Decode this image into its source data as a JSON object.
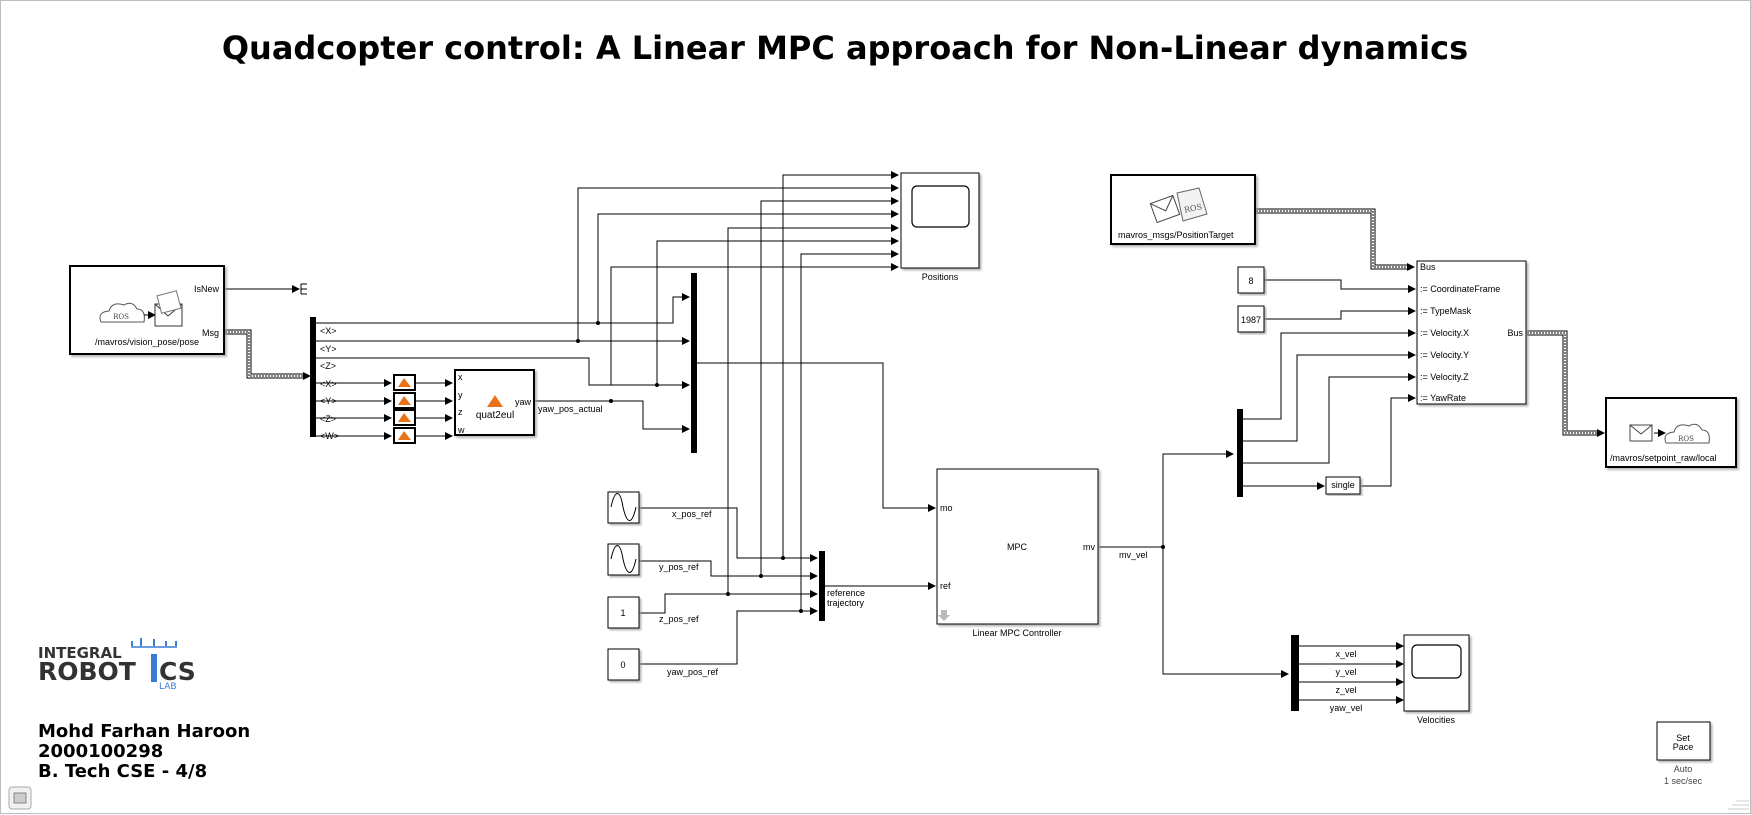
{
  "title": "Quadcopter control: A Linear MPC approach for Non-Linear dynamics",
  "author": {
    "name": "Mohd Farhan Haroon",
    "id": "2000100298",
    "program": "B. Tech CSE - 4/8"
  },
  "logo": {
    "line1": "INTEGRAL",
    "line2a": "ROBOT",
    "line2b": "CS",
    "line3": "LAB"
  },
  "ros": "ROS",
  "subscribe_block": {
    "name": "/mavros/vision_pose/pose",
    "port_isnew": "IsNew",
    "port_msg": "Msg"
  },
  "bus_selector_ports": [
    "<X>",
    "<Y>",
    "<Z>",
    "<X>",
    "<Y>",
    "<Z>",
    "<W>"
  ],
  "quat2eul": {
    "name": "quat2eul",
    "inputs": [
      "x",
      "y",
      "z",
      "w"
    ],
    "output": "yaw"
  },
  "signals": {
    "yaw_pos_actual": "yaw_pos_actual",
    "x_pos_ref": "x_pos_ref",
    "y_pos_ref": "y_pos_ref",
    "z_pos_ref": "z_pos_ref",
    "yaw_pos_ref": "yaw_pos_ref",
    "reference_trajectory_1": "reference",
    "reference_trajectory_2": "trajectory",
    "mv_vel": "mv_vel",
    "x_vel": "x_vel",
    "y_vel": "y_vel",
    "z_vel": "z_vel",
    "yaw_vel": "yaw_vel"
  },
  "constants": {
    "z_ref": "1",
    "yaw_ref": "0",
    "coordinate_frame": "8",
    "type_mask": "1987"
  },
  "scopes": {
    "positions": "Positions",
    "velocities": "Velocities"
  },
  "mpc": {
    "name": "Linear MPC Controller",
    "label": "MPC",
    "in_mo": "mo",
    "in_ref": "ref",
    "out_mv": "mv"
  },
  "blank_message": {
    "name": "mavros_msgs/PositionTarget"
  },
  "bus_assignment": {
    "inputs": [
      "Bus",
      ":= CoordinateFrame",
      ":= TypeMask",
      ":= Velocity.X",
      ":= Velocity.Y",
      ":= Velocity.Z",
      ":= YawRate"
    ],
    "output": "Bus"
  },
  "convert": "single",
  "publish_block": {
    "name": "/mavros/setpoint_raw/local"
  },
  "set_pace": {
    "label1": "Set",
    "label2": "Pace",
    "mode": "Auto",
    "rate": "1 sec/sec"
  }
}
